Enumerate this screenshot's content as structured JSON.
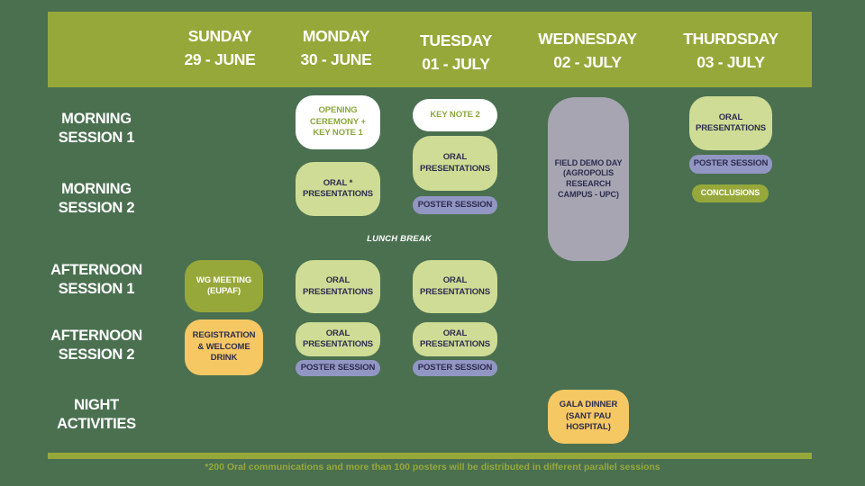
{
  "header": {
    "days": [
      {
        "name": "SUNDAY",
        "date": "29 - JUNE"
      },
      {
        "name": "MONDAY",
        "date": "30 - JUNE"
      },
      {
        "name": "TUESDAY",
        "date": "01 - JULY"
      },
      {
        "name": "WEDNESDAY",
        "date": "02 - JULY"
      },
      {
        "name": "THURDSDAY",
        "date": "03 - JULY"
      }
    ]
  },
  "row_labels": [
    {
      "line1": "MORNING",
      "line2": "SESSION 1"
    },
    {
      "line1": "MORNING",
      "line2": "SESSION 2"
    },
    {
      "line1": "AFTERNOON",
      "line2": "SESSION 1"
    },
    {
      "line1": "AFTERNOON",
      "line2": "SESSION 2"
    },
    {
      "line1": "NIGHT",
      "line2": "ACTIVITIES"
    }
  ],
  "lunch_break": "LUNCH BREAK",
  "schedule": {
    "sunday": {
      "afternoon_session_1": "WG MEETING (EUPAF)",
      "afternoon_session_2": "REGISTRATION & WELCOME DRINK"
    },
    "monday": {
      "morning_session_1": "OPENING CEREMONY + KEY NOTE 1",
      "morning_session_2": "ORAL * PRESENTATIONS",
      "afternoon_session_1": "ORAL PRESENTATIONS",
      "afternoon_session_2": "ORAL PRESENTATIONS",
      "afternoon_session_2_poster": "POSTER SESSION"
    },
    "tuesday": {
      "morning_session_1_keynote": "KEY NOTE 2",
      "morning_session_oral": "ORAL PRESENTATIONS",
      "morning_poster": "POSTER SESSION",
      "afternoon_session_1": "ORAL PRESENTATIONS",
      "afternoon_session_2": "ORAL PRESENTATIONS",
      "afternoon_session_2_poster": "POSTER SESSION"
    },
    "wednesday": {
      "all_day": "FIELD DEMO DAY (AGROPOLIS RESEARCH CAMPUS - UPC)",
      "night": "GALA DINNER (SANT PAU HOSPITAL)"
    },
    "thursday": {
      "morning_session_1": "ORAL PRESENTATIONS",
      "morning_poster": "POSTER SESSION",
      "conclusions": "CONCLUSIONS"
    }
  },
  "footnote": "*200 Oral communications and more than 100 posters will be distributed in different parallel sessions",
  "colors": {
    "background": "#4a7050",
    "olive": "#97a83a",
    "light_green": "#cedc95",
    "purple": "#9296c2",
    "orange": "#f6c863",
    "gray": "#a6a5b1",
    "navy_text": "#2d2c50",
    "green_text_on_white": "#8ba63b",
    "white": "#ffffff"
  }
}
